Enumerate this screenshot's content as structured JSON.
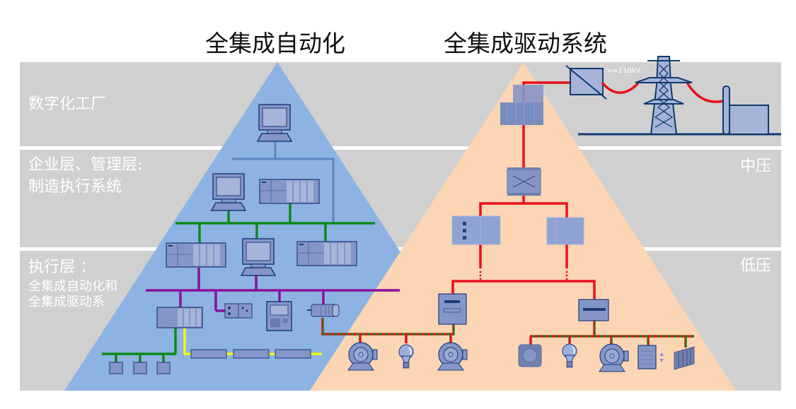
{
  "titles": {
    "left": "全集成自动化",
    "right": "全集成驱动系统"
  },
  "layers": [
    {
      "name": "数字化工厂",
      "lines": [
        "数字化工厂"
      ]
    },
    {
      "name": "企业层、管理层: 制造执行系统",
      "lines": [
        "企业层、管理层:",
        "制造执行系统"
      ]
    },
    {
      "name": "执行层: 全集成自动化和全集成驱动系",
      "lines": [
        "执行层 ：",
        "全集成自动化和",
        "全集成驱动系"
      ]
    }
  ],
  "voltage_labels": {
    "high": ">=110kV",
    "medium": "中压",
    "low": "低压"
  },
  "colors": {
    "band": "#d0d0d0",
    "tia_pyramid": "#8db3e2",
    "tid_pyramid": "#fcd5b4",
    "device_fill": "#8496c8",
    "device_stroke": "#1f3a7a",
    "industrial_ethernet": "#0d8a1a",
    "profibus": "#8b0f9b",
    "as_interface": "#f5f51a",
    "power_line": "#e8101a",
    "plant_network": "#5a86c0",
    "grid_navy": "#0f3a6e"
  },
  "diagram": {
    "tia_devices": [
      "pc-workstation-top",
      "pc-workstation",
      "plc-rack",
      "plc-rack-left",
      "pc-hmi",
      "plc-rack-right",
      "plc-controller",
      "io-module",
      "hmi-panel",
      "servo-motor",
      "io-box-1",
      "io-box-2",
      "io-box-3",
      "as-i-module-1",
      "as-i-module-2",
      "as-i-module-3"
    ],
    "tid_devices": [
      "hv-substation",
      "transformer",
      "mv-switchgear-left",
      "mv-switchgear-right",
      "lv-distribution-left",
      "lv-distribution-right",
      "motor-1",
      "lamp-1",
      "motor-2",
      "socket",
      "lamp-2",
      "motor-3",
      "blind-control",
      "radiator"
    ],
    "grid_devices": [
      "hv-transformer-symbol",
      "transmission-tower",
      "power-plant"
    ]
  }
}
